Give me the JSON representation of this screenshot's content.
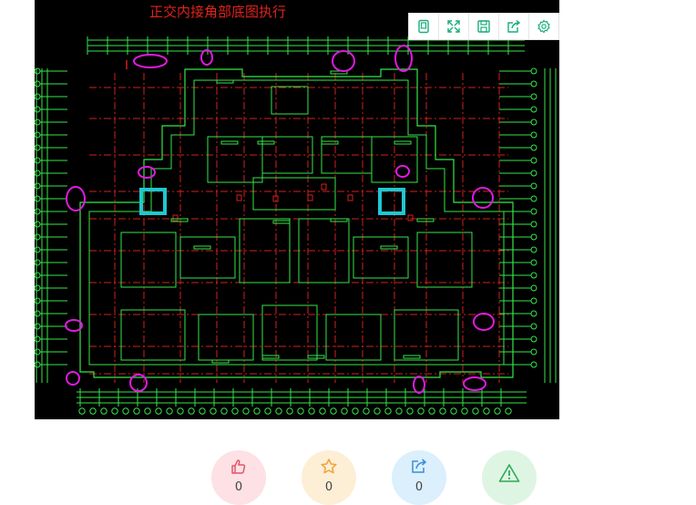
{
  "drawing": {
    "title": "正交内接角部底图执行",
    "accent_colors": {
      "lines": "#35e64a",
      "red_lines": "#d42020",
      "markers": "#e01ae0",
      "highlights": "#1ec8d0"
    }
  },
  "toolbar": {
    "buttons": [
      {
        "icon": "page-view-icon"
      },
      {
        "icon": "fullscreen-icon"
      },
      {
        "icon": "save-icon"
      },
      {
        "icon": "share-icon"
      },
      {
        "icon": "settings-icon"
      }
    ],
    "icon_color": "#1aae7a"
  },
  "actions": {
    "like": {
      "icon": "thumbs-up-icon",
      "count": "0",
      "color": "#e0566a"
    },
    "favorite": {
      "icon": "star-icon",
      "count": "0",
      "color": "#f1a33a"
    },
    "share": {
      "icon": "share-icon",
      "count": "0",
      "color": "#3b8fd8"
    },
    "report": {
      "icon": "warning-icon",
      "color": "#2eaa54"
    }
  }
}
